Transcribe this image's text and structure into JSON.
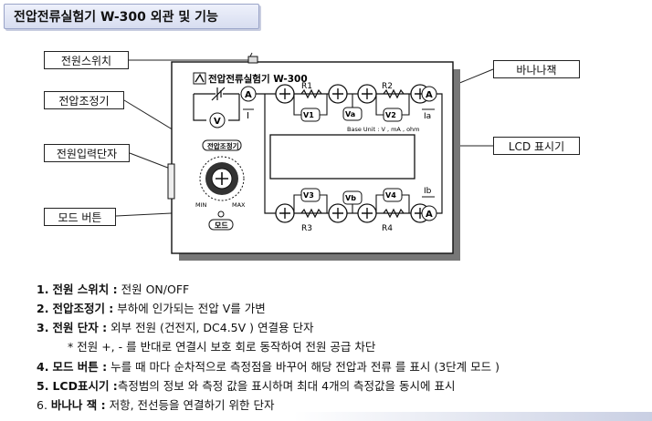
{
  "title": "전압전류실험기 W-300 외관 및 기능",
  "device": {
    "logo_text": "전압전류실험기 W-300",
    "voltage_knob_label": "전압조정기",
    "knob_min": "MIN",
    "knob_max": "MAX",
    "mode_button_label": "모드",
    "base_unit": "Base Unit : V , mA , ohm",
    "r1": "R1",
    "r2": "R2",
    "r3": "R3",
    "r4": "R4",
    "v1": "V1",
    "v2": "V2",
    "v3": "V3",
    "v4": "V4",
    "va": "Va",
    "vb": "Vb",
    "v_meter": "V",
    "a_meter": "A",
    "i_total": "I",
    "ia": "Ia",
    "ib": "Ib"
  },
  "callouts": {
    "power_switch": "전원스위치",
    "voltage_regulator": "전압조정기",
    "power_input": "전원입력단자",
    "mode_button": "모드 버튼",
    "banana_jack": "바나나잭",
    "lcd": "LCD 표시기"
  },
  "descriptions": [
    {
      "num": "1.",
      "head": "전원 스위치 :",
      "body": " 전원 ON/OFF"
    },
    {
      "num": "2.",
      "head": "전압조정기 :",
      "body": " 부하에 인가되는 전압 V를 가변"
    },
    {
      "num": "3.",
      "head": "전원 단자 :",
      "body": " 외부 전원 (건전지, DC4.5V ) 연결용  단자"
    },
    {
      "num": "",
      "head": "",
      "body": "* 전원 +, -  를 반대로 연결시 보호 회로 동작하여 전원 공급 차단"
    },
    {
      "num": "4.",
      "head": "모드 버튼 :",
      "body": " 누를 때 마다  순차적으로 측정점을 바꾸어 해당  전압과 전류 를 표시 (3단계 모드 )"
    },
    {
      "num": "5.",
      "head": "LCD표시기 :",
      "body": "측정범의 정보 와 측정 값을 표시하며 최대 4개의 측정값을 동시에 표시"
    },
    {
      "num": "6.",
      "head": "바나나 잭 :",
      "body": " 저항, 전선등을 연결하기 위한 단자"
    }
  ]
}
